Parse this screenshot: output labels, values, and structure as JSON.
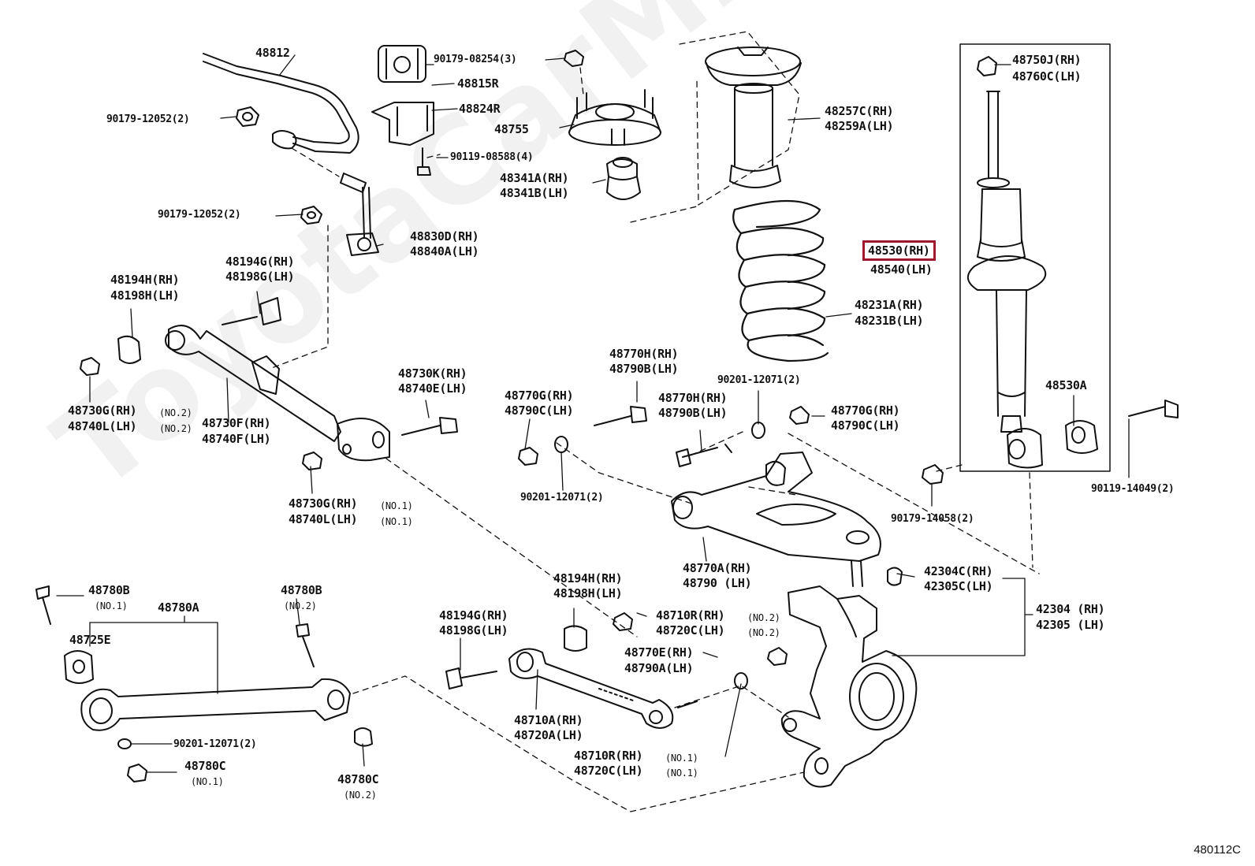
{
  "watermark": "ToyotaCarMine.ru",
  "diagram_code": "480112C",
  "highlight_color": "#a0182b",
  "labels": {
    "p48812": "48812",
    "p90179_08254": "90179-08254(3)",
    "p48815R": "48815R",
    "p48824R": "48824R",
    "p48755": "48755",
    "p90119_08588": "90119-08588(4)",
    "p48341A": "48341A(RH)",
    "p48341B": "48341B(LH)",
    "p90179_12052_a": "90179-12052(2)",
    "p90179_12052_b": "90179-12052(2)",
    "p48830D": "48830D(RH)",
    "p48840A": "48840A(LH)",
    "p48257C": "48257C(RH)",
    "p48259A": "48259A(LH)",
    "p48750J": "48750J(RH)",
    "p48760C": "48760C(LH)",
    "p48530": "48530(RH)",
    "p48540": "48540(LH)",
    "p48231A": "48231A(RH)",
    "p48231B": "48231B(LH)",
    "p48530A": "48530A",
    "p90119_14049": "90119-14049(2)",
    "p90179_14058": "90179-14058(2)",
    "p48194G_a": "48194G(RH)",
    "p48198G_a": "48198G(LH)",
    "p48194H_a": "48194H(RH)",
    "p48198H_a": "48198H(LH)",
    "p48730G_a": "48730G(RH)",
    "p48740L_a": "48740L(LH)",
    "no2_a": "(NO.2)",
    "no2_b": "(NO.2)",
    "p48730F": "48730F(RH)",
    "p48740F": "48740F(LH)",
    "p48730K": "48730K(RH)",
    "p48740E": "48740E(LH)",
    "p48730G_b": "48730G(RH)",
    "p48740L_b": "48740L(LH)",
    "no1_a": "(NO.1)",
    "no1_b": "(NO.1)",
    "p48770H_a": "48770H(RH)",
    "p48790B_a": "48790B(LH)",
    "p48770G_a": "48770G(RH)",
    "p48790C_a": "48790C(LH)",
    "p48770H_b": "48770H(RH)",
    "p48790B_b": "48790B(LH)",
    "p90201_12071_a": "90201-12071(2)",
    "p48770G_b": "48770G(RH)",
    "p48790C_b": "48790C(LH)",
    "p90201_12071_b": "90201-12071(2)",
    "p48770A": "48770A(RH)",
    "p48790": "48790 (LH)",
    "p42304C": "42304C(RH)",
    "p42305C": "42305C(LH)",
    "p42304": "42304 (RH)",
    "p42305": "42305 (LH)",
    "p48780B_a": "48780B",
    "no1_c": "(NO.1)",
    "p48780A": "48780A",
    "p48780B_b": "48780B",
    "no2_c": "(NO.2)",
    "p48725E": "48725E",
    "p48194H_b": "48194H(RH)",
    "p48198H_b": "48198H(LH)",
    "p48194G_b": "48194G(RH)",
    "p48198G_b": "48198G(LH)",
    "p48710R_a": "48710R(RH)",
    "p48720C_a": "48720C(LH)",
    "no2_d": "(NO.2)",
    "no2_e": "(NO.2)",
    "p48770E": "48770E(RH)",
    "p48790A": "48790A(LH)",
    "p48710A": "48710A(RH)",
    "p48720A": "48720A(LH)",
    "p48710R_b": "48710R(RH)",
    "p48720C_b": "48720C(LH)",
    "no1_d": "(NO.1)",
    "no1_e": "(NO.1)",
    "p90201_12071_c": "90201-12071(2)",
    "p48780C_a": "48780C",
    "no1_f": "(NO.1)",
    "p48780C_b": "48780C",
    "no2_f": "(NO.2)"
  }
}
